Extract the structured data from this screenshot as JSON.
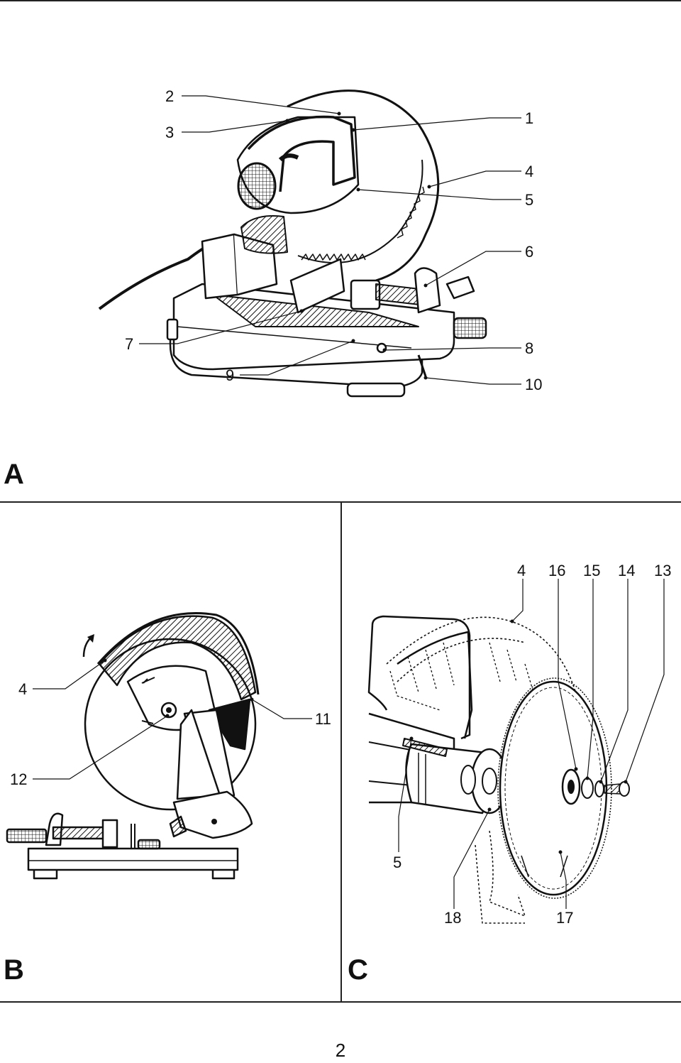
{
  "figure_a": {
    "letter": "A",
    "callouts": [
      "1",
      "2",
      "3",
      "4",
      "5",
      "6",
      "7",
      "8",
      "9",
      "10"
    ]
  },
  "figure_b": {
    "letter": "B",
    "callouts": [
      "4",
      "11",
      "12"
    ]
  },
  "figure_c": {
    "letter": "C",
    "callouts": [
      "4",
      "16",
      "15",
      "14",
      "13",
      "5",
      "18",
      "17"
    ]
  },
  "page_number": "2"
}
